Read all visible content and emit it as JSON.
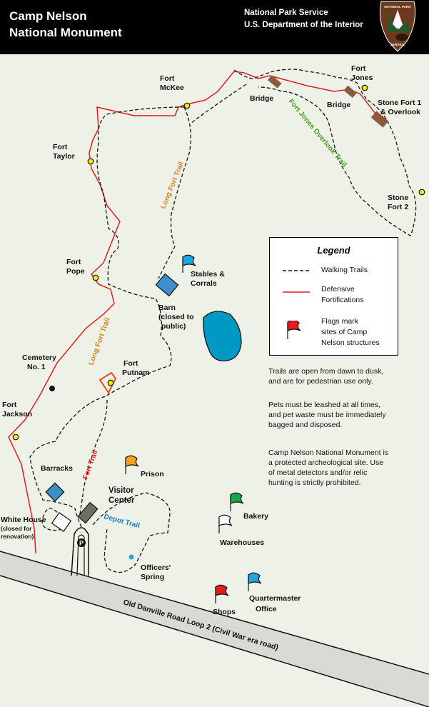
{
  "header": {
    "title_line1": "Camp Nelson",
    "title_line2": "National Monument",
    "agency_line1": "National Park Service",
    "agency_line2": "U.S. Department of the Interior",
    "logo_text_top": "NATIONAL PARK",
    "logo_text_bottom": "SERVICE"
  },
  "legend": {
    "title": "Legend",
    "walking_trails": "Walking Trails",
    "defensive_line1": "Defensive",
    "defensive_line2": "Fortifications",
    "flags_line1": "Flags mark",
    "flags_line2": "sites of Camp",
    "flags_line3": "Nelson structures"
  },
  "notes": {
    "hours_line1": "Trails are open from dawn to dusk,",
    "hours_line2": "and are for pedestrian use only.",
    "pets_line1": "Pets must be leashed at all times,",
    "pets_line2": "and pet waste must be immediately",
    "pets_line3": "bagged and disposed.",
    "arch_line1": "Camp Nelson National Monument is",
    "arch_line2": "a protected archeological site. Use",
    "arch_line3": "of metal detectors and/or relic",
    "arch_line4": "hunting is strictly prohibited."
  },
  "places": {
    "fort_mckee_1": "Fort",
    "fort_mckee_2": "McKee",
    "fort_jones_1": "Fort",
    "fort_jones_2": "Jones",
    "bridge_1": "Bridge",
    "bridge_2": "Bridge",
    "stone_fort1_1": "Stone Fort 1",
    "stone_fort1_2": "& Overlook",
    "stone_fort2_1": "Stone",
    "stone_fort2_2": "Fort 2",
    "fort_taylor_1": "Fort",
    "fort_taylor_2": "Taylor",
    "fort_pope_1": "Fort",
    "fort_pope_2": "Pope",
    "stables_1": "Stables &",
    "stables_2": "Corrals",
    "barn_1": "Barn",
    "barn_2": "(closed to",
    "barn_3": "public)",
    "cemetery_1": "Cemetery",
    "cemetery_2": "No. 1",
    "fort_putnam_1": "Fort",
    "fort_putnam_2": "Putnam",
    "fort_jackson_1": "Fort",
    "fort_jackson_2": "Jackson",
    "barracks": "Barracks",
    "prison": "Prison",
    "visitor_center_1": "Visitor",
    "visitor_center_2": "Center",
    "white_house_1": "White House",
    "white_house_2": "(closed for",
    "white_house_3": "renovation)",
    "bakery": "Bakery",
    "warehouses": "Warehouses",
    "officers_spring_1": "Officers'",
    "officers_spring_2": "Spring",
    "shops": "Shops",
    "quartermaster_1": "Quartermaster",
    "quartermaster_2": "Office",
    "parking": "P"
  },
  "trails": {
    "long_fort_upper": "Long Fort Trail",
    "long_fort_lower": "Long Fort Trail",
    "fort_jones_overlook": "Fort Jones Overlook Trail",
    "fort_trail": "Fort Trail",
    "depot_trail": "Depot Trail"
  },
  "road": {
    "label": "Old Danville Road Loop 2 (Civil War era road)"
  },
  "colors": {
    "background": "#eef2e6",
    "fortification_red": "#e31b23",
    "long_fort_trail_orange": "#d9821f",
    "overlook_trail_green": "#4b9a26",
    "depot_trail_blue": "#1f7bc6",
    "pond_blue": "#0099c4",
    "flag_blue": "#20a7e0",
    "flag_orange": "#f7a21c",
    "flag_green": "#1aa84a",
    "flag_red": "#e31b23",
    "bridge_brown": "#8b5a3c"
  }
}
